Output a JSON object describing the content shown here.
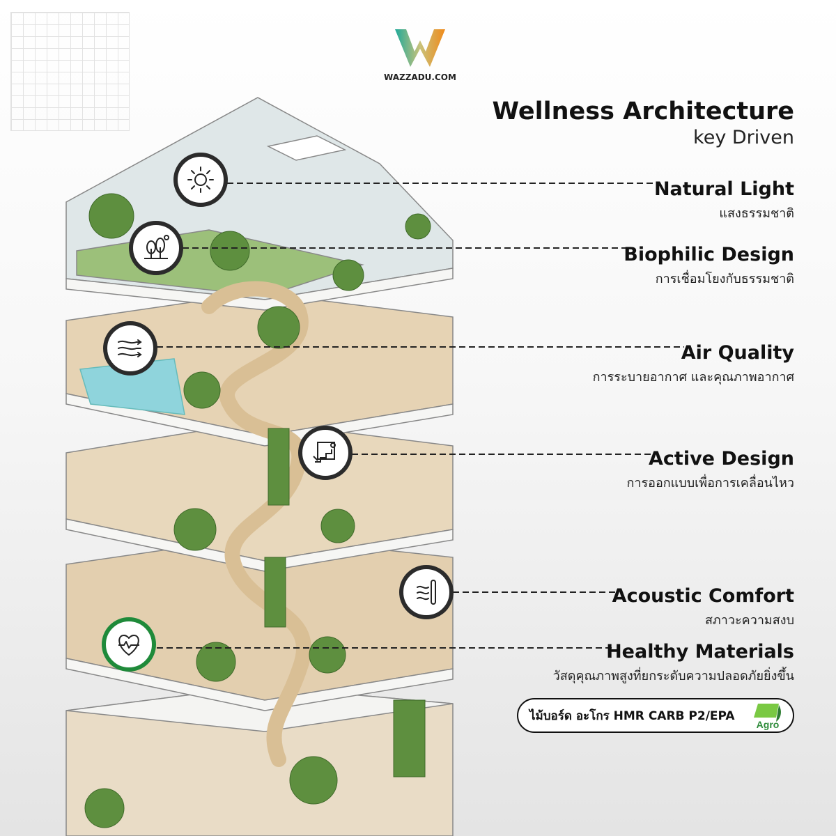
{
  "logo": {
    "text": "WAZZADU.COM"
  },
  "title": {
    "main": "Wellness Architecture",
    "sub": "key Driven"
  },
  "features": [
    {
      "en": "Natural Light",
      "th": "แสงธรรมชาติ",
      "icon": "sun-icon"
    },
    {
      "en": "Biophilic Design",
      "th": "การเชื่อมโยงกับธรรมชาติ",
      "icon": "trees-icon"
    },
    {
      "en": "Air Quality",
      "th": "การระบายอากาศ และคุณภาพอากาศ",
      "icon": "wind-icon"
    },
    {
      "en": "Active Design",
      "th": "การออกแบบเพื่อการเคลื่อนไหว",
      "icon": "stairs-path-icon"
    },
    {
      "en": "Acoustic Comfort",
      "th": "สภาวะความสงบ",
      "icon": "sound-wave-icon"
    },
    {
      "en": "Healthy Materials",
      "th": "วัสดุคุณภาพสูงที่ยกระดับความปลอดภัยยิ่งขึ้น",
      "icon": "heart-pulse-icon"
    }
  ],
  "badge": {
    "text": "ไม้บอร์ด อะโกร HMR CARB P2/EPA",
    "brand": "Agro"
  },
  "colors": {
    "accent_green": "#1f8a3a",
    "agro_green": "#7ac943",
    "icon_ring": "#2b2b2b"
  }
}
